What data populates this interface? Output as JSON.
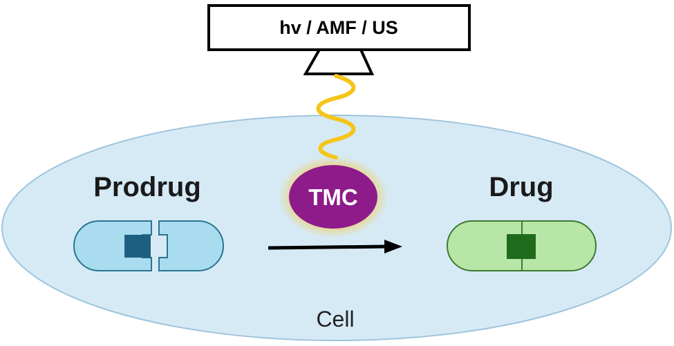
{
  "source_box": {
    "label": "hv / AMF / US"
  },
  "catalyst": {
    "label": "TMC"
  },
  "prodrug": {
    "label": "Prodrug"
  },
  "drug": {
    "label": "Drug"
  },
  "cell": {
    "label": "Cell"
  },
  "colors": {
    "cell_fill": "#d6eaf6",
    "cell_stroke": "#9ec4dc",
    "prodrug_fill": "#a9dcef",
    "prodrug_stroke": "#2a7391",
    "prodrug_core": "#1d5f80",
    "drug_fill": "#b8e6a6",
    "drug_stroke": "#3b7a2f",
    "drug_core": "#1f6b1c",
    "catalyst_fill": "#8e1b8a",
    "catalyst_glow": "#f2c94c",
    "wave": "#f5c518",
    "arrow": "#000000"
  },
  "icons": {
    "emitter": "projector-icon",
    "energy": "wave-icon",
    "reaction": "arrow-right-icon"
  }
}
